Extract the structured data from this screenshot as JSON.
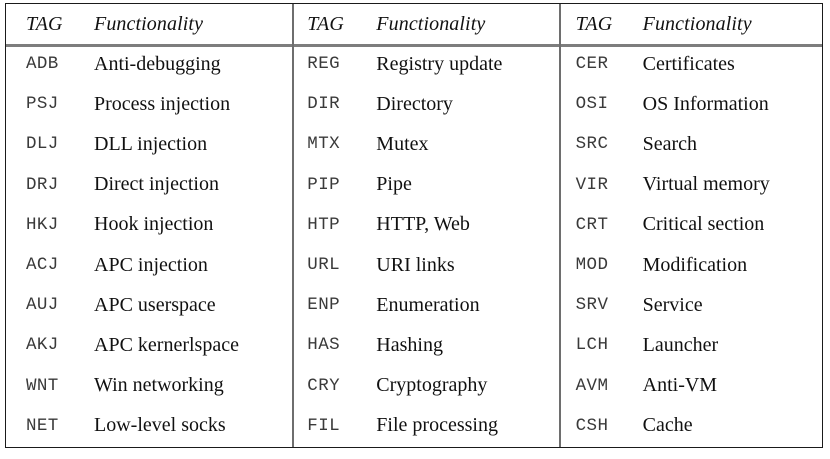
{
  "table": {
    "headers": {
      "tag": "TAG",
      "functionality": "Functionality"
    },
    "columns": [
      {
        "rows": [
          {
            "tag": "ADB",
            "functionality": "Anti-debugging"
          },
          {
            "tag": "PSJ",
            "functionality": "Process injection"
          },
          {
            "tag": "DLJ",
            "functionality": "DLL injection"
          },
          {
            "tag": "DRJ",
            "functionality": "Direct injection"
          },
          {
            "tag": "HKJ",
            "functionality": "Hook injection"
          },
          {
            "tag": "ACJ",
            "functionality": "APC injection"
          },
          {
            "tag": "AUJ",
            "functionality": "APC userspace"
          },
          {
            "tag": "AKJ",
            "functionality": "APC kernerlspace"
          },
          {
            "tag": "WNT",
            "functionality": "Win networking"
          },
          {
            "tag": "NET",
            "functionality": "Low-level socks"
          }
        ]
      },
      {
        "rows": [
          {
            "tag": "REG",
            "functionality": "Registry update"
          },
          {
            "tag": "DIR",
            "functionality": "Directory"
          },
          {
            "tag": "MTX",
            "functionality": "Mutex"
          },
          {
            "tag": "PIP",
            "functionality": "Pipe"
          },
          {
            "tag": "HTP",
            "functionality": "HTTP, Web"
          },
          {
            "tag": "URL",
            "functionality": "URI links"
          },
          {
            "tag": "ENP",
            "functionality": "Enumeration"
          },
          {
            "tag": "HAS",
            "functionality": "Hashing"
          },
          {
            "tag": "CRY",
            "functionality": "Cryptography"
          },
          {
            "tag": "FIL",
            "functionality": "File processing"
          }
        ]
      },
      {
        "rows": [
          {
            "tag": "CER",
            "functionality": "Certificates"
          },
          {
            "tag": "OSI",
            "functionality": "OS Information"
          },
          {
            "tag": "SRC",
            "functionality": "Search"
          },
          {
            "tag": "VIR",
            "functionality": "Virtual memory"
          },
          {
            "tag": "CRT",
            "functionality": "Critical section"
          },
          {
            "tag": "MOD",
            "functionality": "Modification"
          },
          {
            "tag": "SRV",
            "functionality": "Service"
          },
          {
            "tag": "LCH",
            "functionality": "Launcher"
          },
          {
            "tag": "AVM",
            "functionality": "Anti-VM"
          },
          {
            "tag": "CSH",
            "functionality": "Cache"
          }
        ]
      }
    ]
  },
  "style": {
    "background": "#ffffff",
    "border_color": "#1a1a1a",
    "rule_color": "#7d7d7d",
    "tag_text_color": "#3a3a3a",
    "functionality_text_color": "#111111"
  }
}
